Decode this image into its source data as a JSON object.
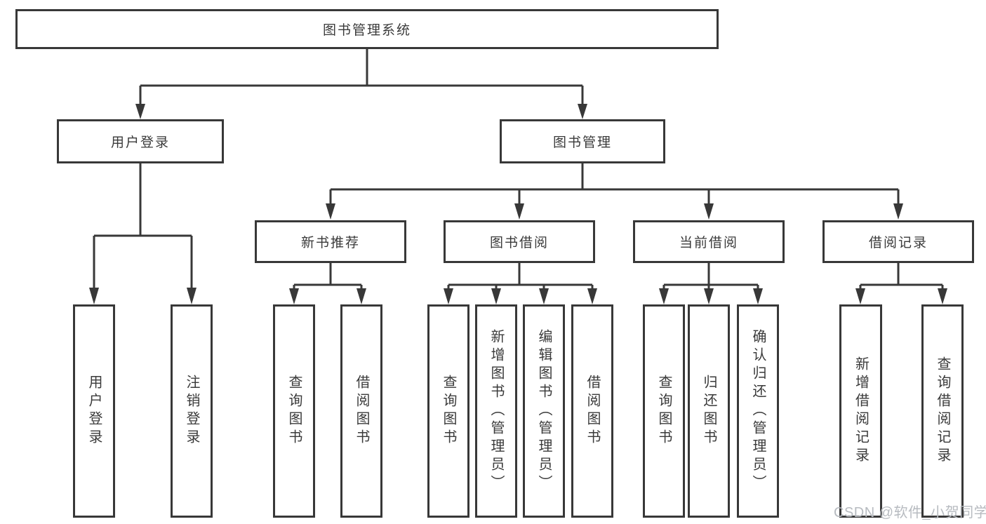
{
  "diagram": {
    "title": "图书管理系统",
    "level2": {
      "user_login": "用户登录",
      "book_management": "图书管理"
    },
    "level3": {
      "new_book_rec": "新书推荐",
      "book_borrow": "图书借阅",
      "current_borrow": "当前借阅",
      "borrow_records": "借阅记录"
    },
    "leaves": {
      "login_user_login": "用户登录",
      "login_logout": "注销登录",
      "rec_query_books": "查询图书",
      "rec_borrow_books": "借阅图书",
      "bb_query_books": "查询图书",
      "bb_add_books": "新增图书（管理员）",
      "bb_edit_books": "编辑图书（管理员）",
      "bb_borrow_books": "借阅图书",
      "cb_query_books": "查询图书",
      "cb_return_books": "归还图书",
      "cb_confirm_return": "确认归还（管理员）",
      "br_add_record": "新增借阅记录",
      "br_query_record": "查询借阅记录"
    }
  },
  "watermark": "CSDN @软件_小贺同学",
  "colors": {
    "line": "#383838",
    "box_border": "#383838",
    "text": "#3a3a3a",
    "watermark": "#b7bbc0",
    "background": "#ffffff"
  }
}
